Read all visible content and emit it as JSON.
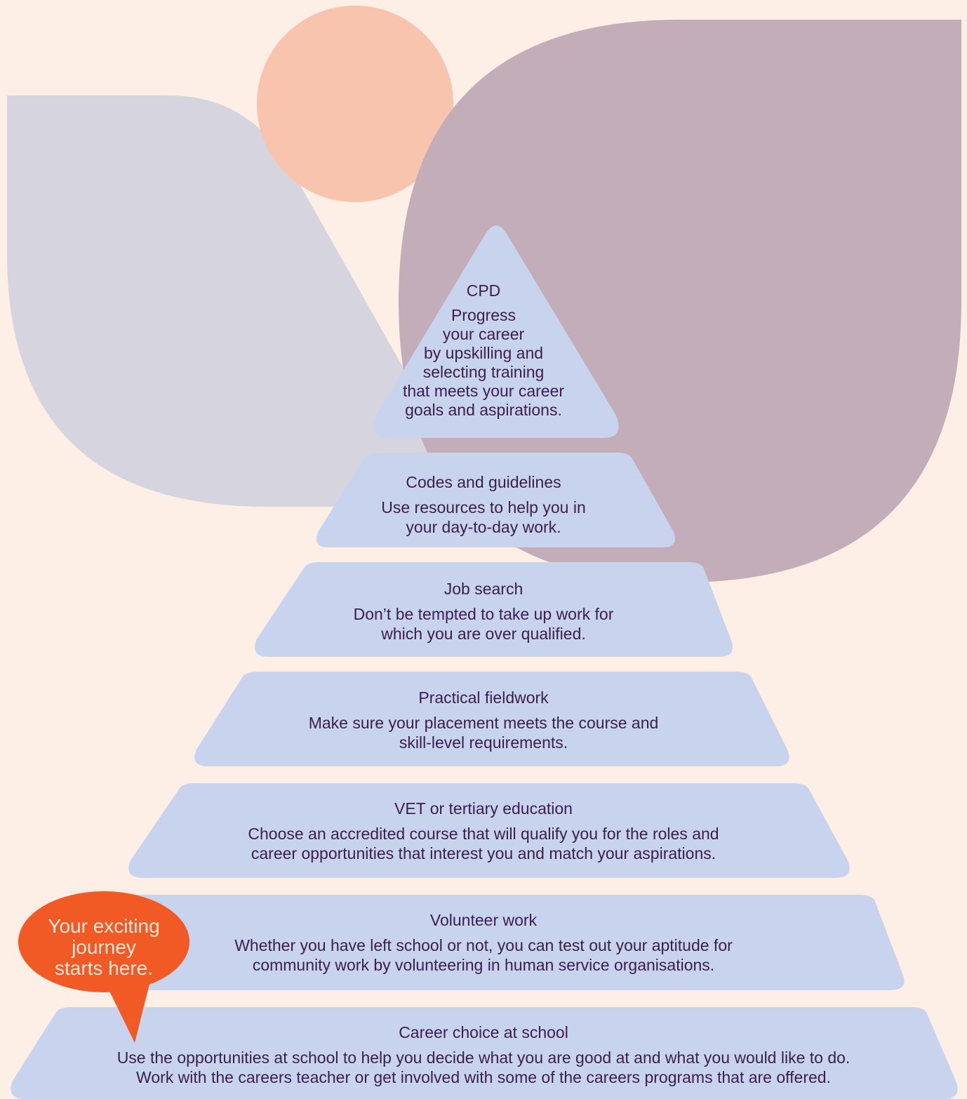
{
  "colors": {
    "background": "#fdeee6",
    "leaf_shape": "#d6d5df",
    "circle_shape": "#f9c4ae",
    "purple_shape": "#c3adb9",
    "tier_fill": "#c8d4ee",
    "text": "#3b1e4c",
    "bubble_fill": "#f15a24",
    "bubble_text": "#fde6da"
  },
  "tiers": [
    {
      "title": "CPD",
      "description": "Progress\nyour career\nby upskilling and\nselecting training\nthat meets your career\ngoals and aspirations."
    },
    {
      "title": "Codes and guidelines",
      "description": "Use resources to help you in\nyour day-to-day work."
    },
    {
      "title": "Job search",
      "description": "Don’t be tempted to take up work for\nwhich you are over qualified."
    },
    {
      "title": "Practical fieldwork",
      "description": "Make sure your placement meets the course and\nskill-level requirements."
    },
    {
      "title": "VET or tertiary education",
      "description": "Choose an accredited course that will qualify you for the roles and\ncareer opportunities that interest you and match your aspirations."
    },
    {
      "title": "Volunteer work",
      "description": "Whether you have left school or not, you can test out your aptitude for\ncommunity work by volunteering in human service organisations."
    },
    {
      "title": "Career choice at school",
      "description": "Use the opportunities at school to help you decide what you are good at and what you would like to do.\nWork with the careers teacher or get involved with some of the careers programs that are offered."
    }
  ],
  "callout": {
    "text": "Your exciting\njourney\nstarts here."
  }
}
